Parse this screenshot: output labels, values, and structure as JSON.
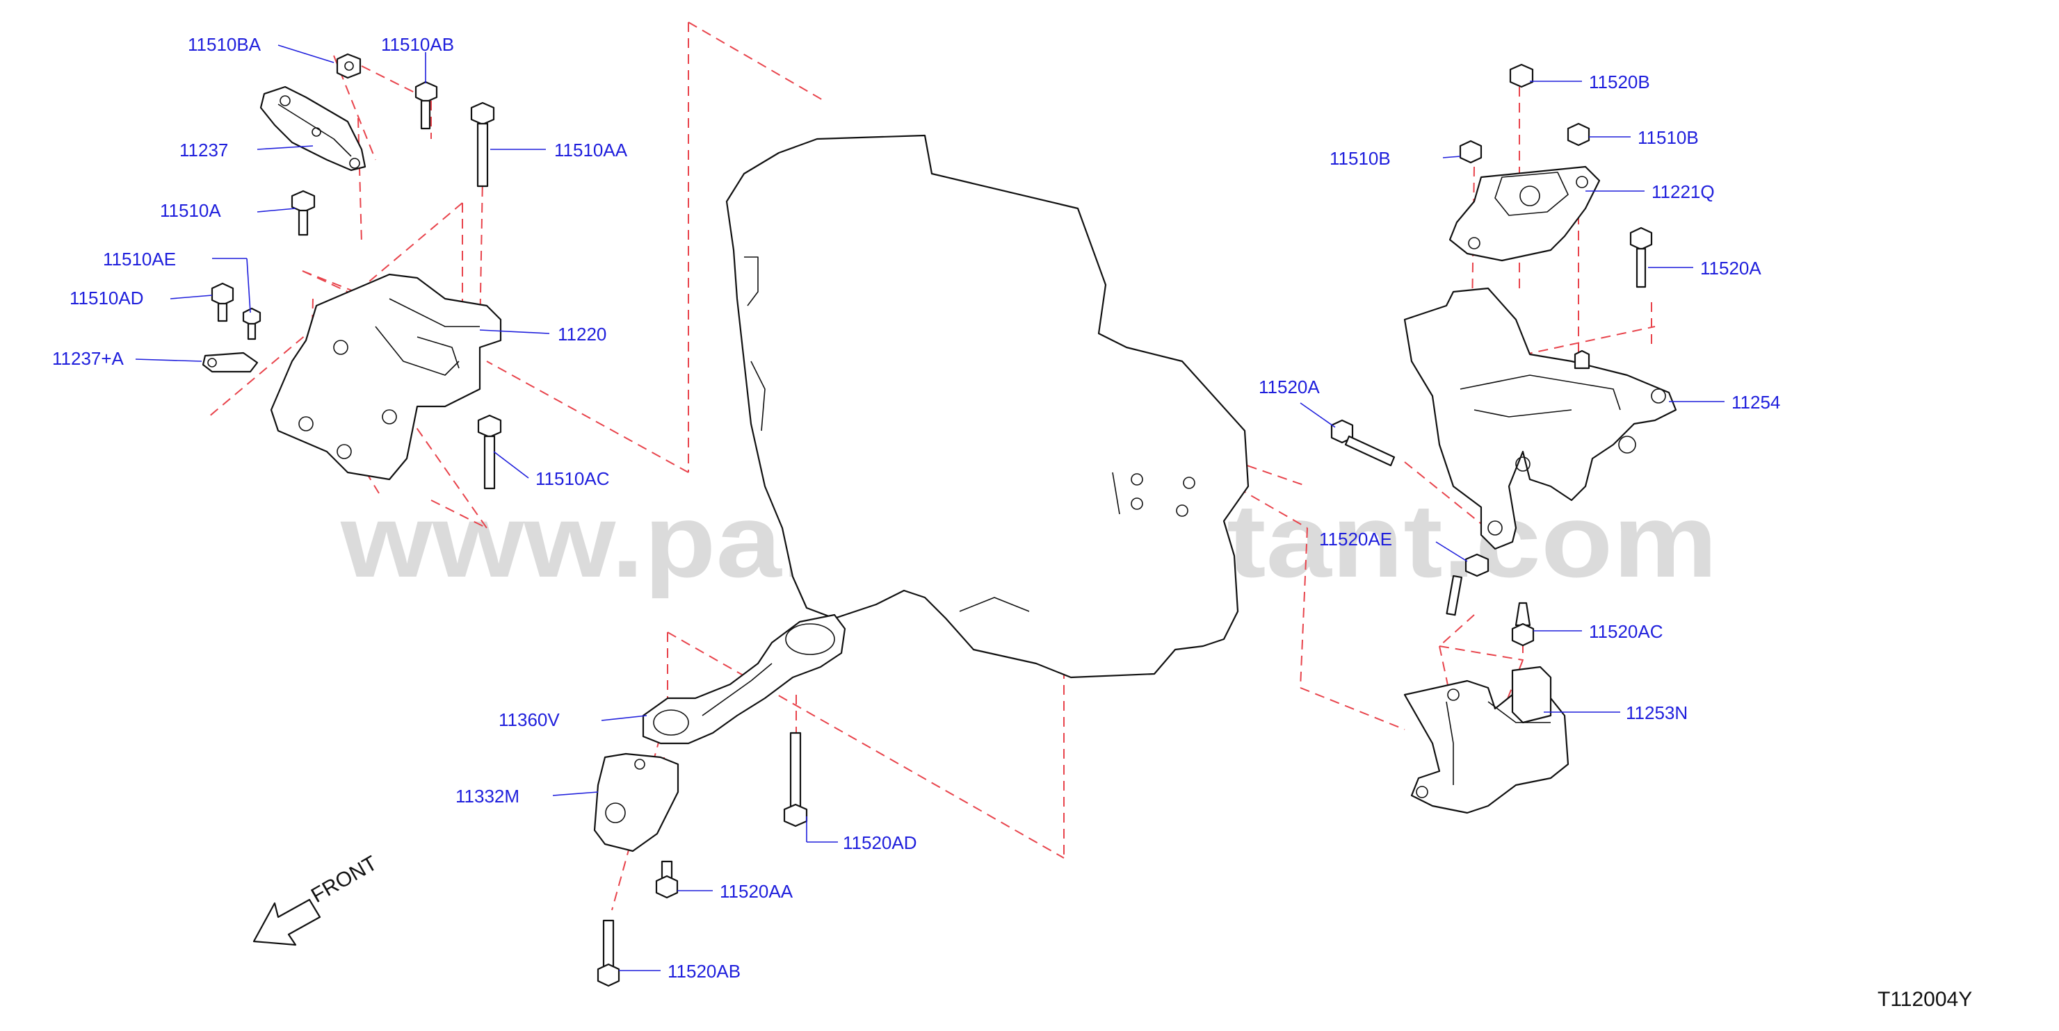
{
  "watermark": "www.partsassistant.com",
  "diagram_code": "T112004Y",
  "front_label": "FRONT",
  "parts": {
    "p11510BA": "11510BA",
    "p11510AB": "11510AB",
    "p11237": "11237",
    "p11510AA": "11510AA",
    "p11510A": "11510A",
    "p11510AE": "11510AE",
    "p11510AD": "11510AD",
    "p11237A": "11237+A",
    "p11220": "11220",
    "p11510AC": "11510AC",
    "p11520B": "11520B",
    "p11510B_left": "11510B",
    "p11510B_right": "11510B",
    "p11221Q": "11221Q",
    "p11520A_right": "11520A",
    "p11520A_left": "11520A",
    "p11254": "11254",
    "p11520AE": "11520AE",
    "p11520AC": "11520AC",
    "p11253N": "11253N",
    "p11360V": "11360V",
    "p11332M": "11332M",
    "p11520AD": "11520AD",
    "p11520AA": "11520AA",
    "p11520AB": "11520AB"
  },
  "colors": {
    "callout": "#1e1edc",
    "dashed_line": "#e8434b",
    "outline": "#111111",
    "watermark": "#bdbdbd"
  }
}
